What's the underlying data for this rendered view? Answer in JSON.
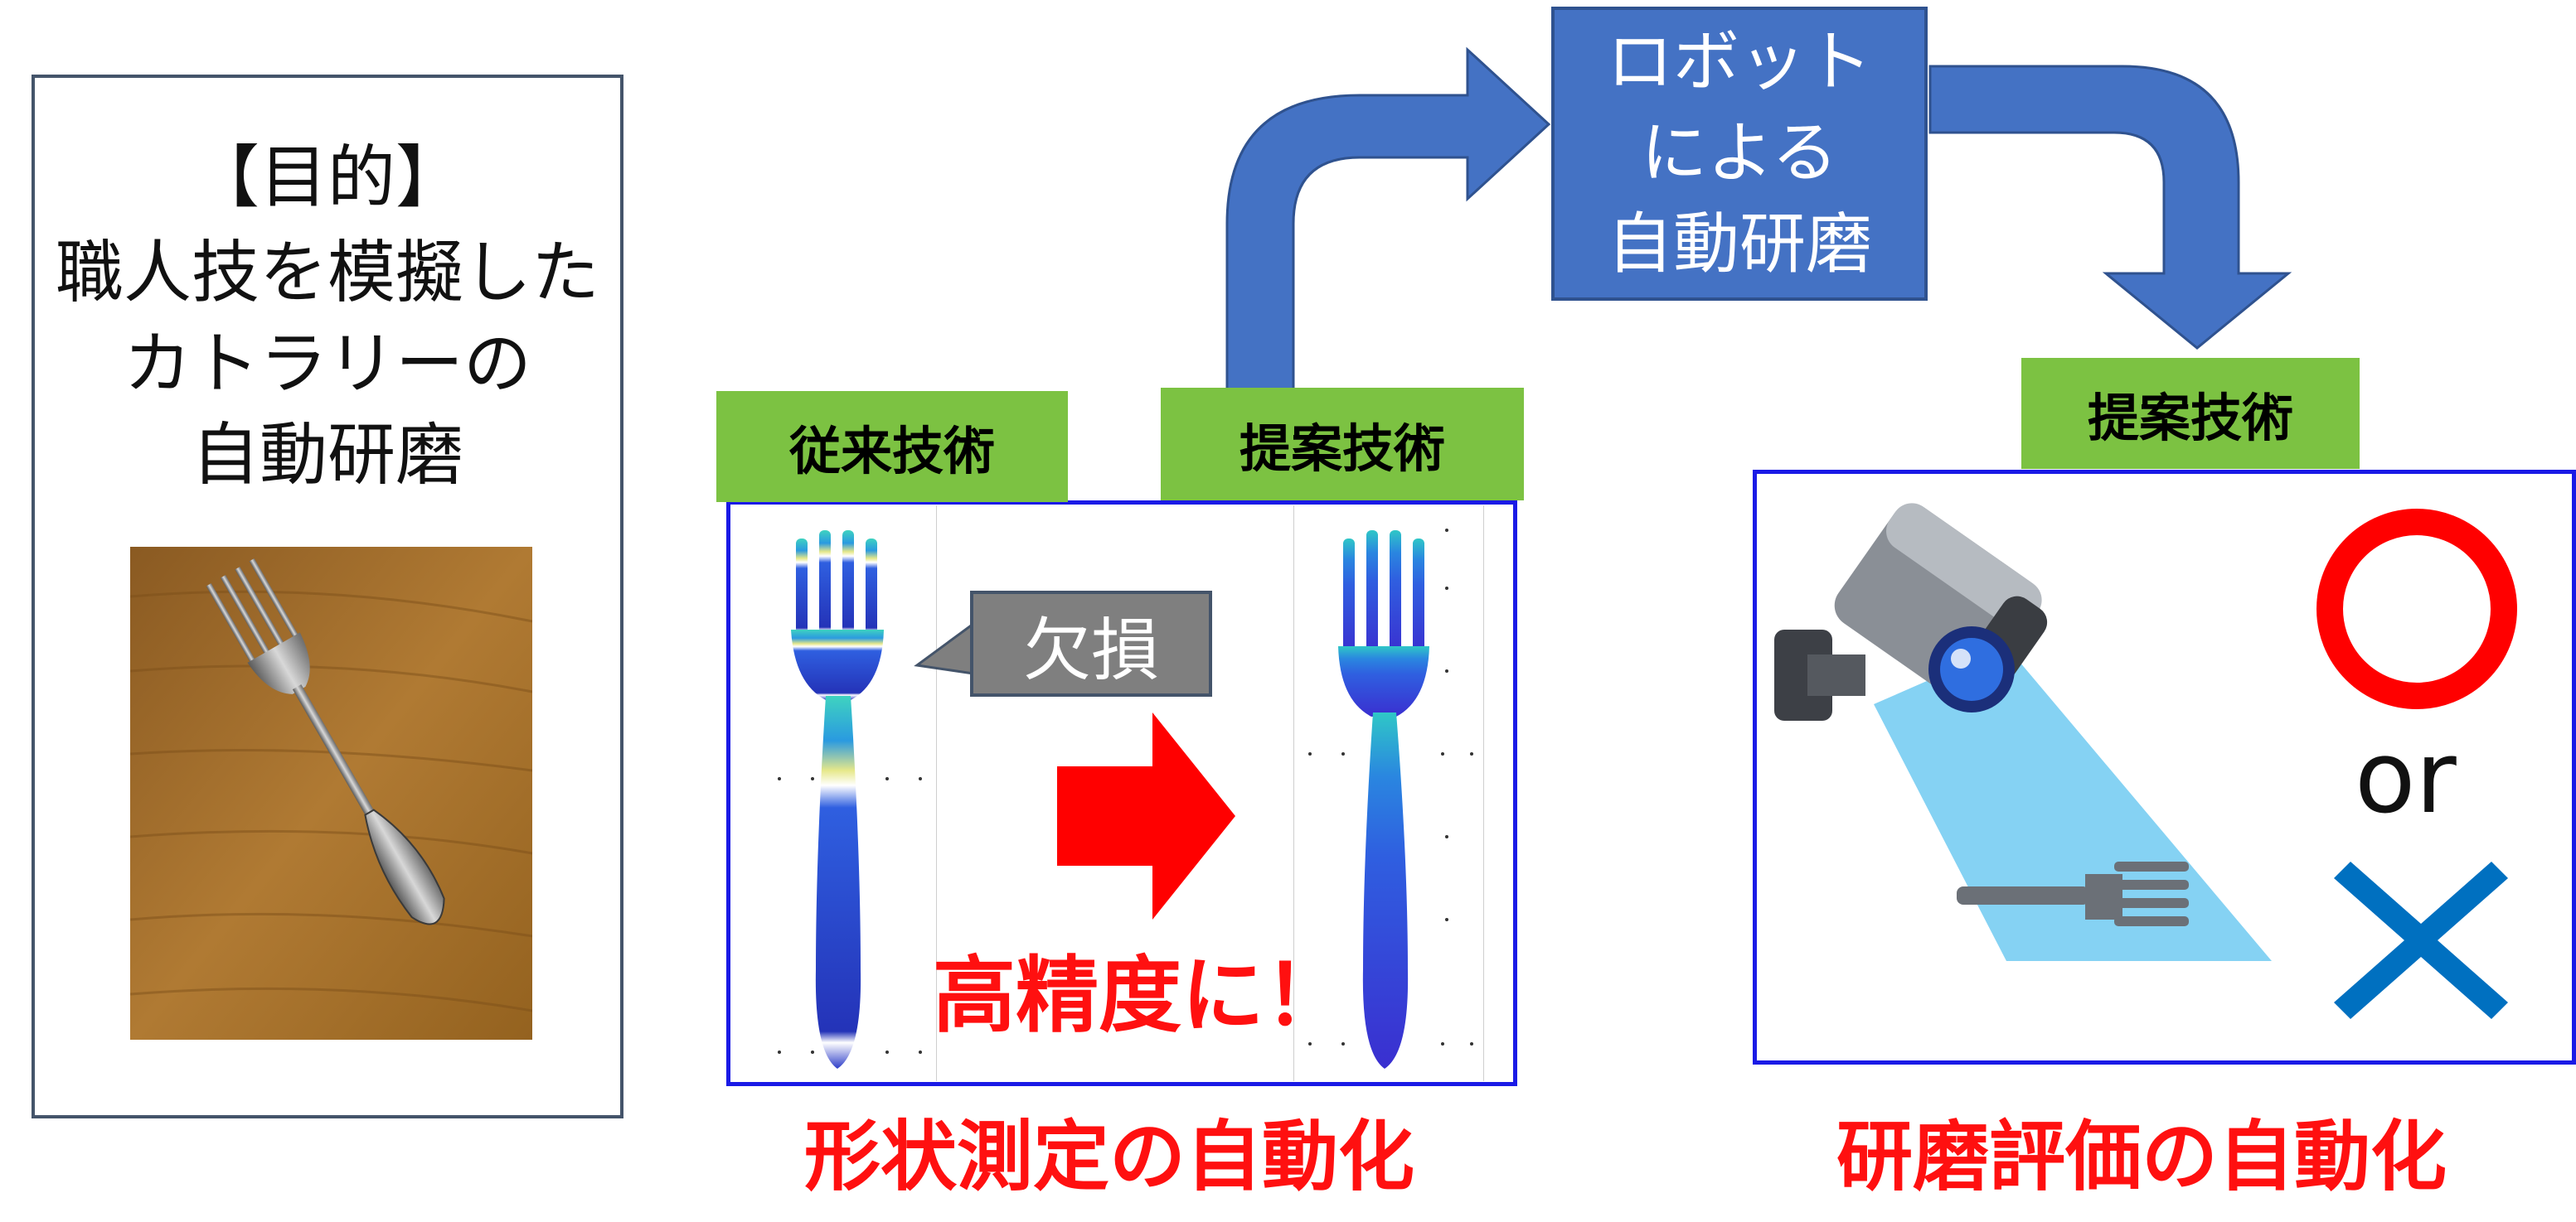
{
  "purpose": {
    "lines": [
      "【目的】",
      "職人技を模擬した",
      "カトラリーの",
      "自動研磨"
    ]
  },
  "tags": {
    "conventional": "従来技術",
    "proposed_measure": "提案技術",
    "proposed_eval": "提案技術"
  },
  "robot": {
    "lines": [
      "ロボット",
      "による",
      "自動研磨"
    ]
  },
  "measurement": {
    "defect_label": "欠損",
    "high_precision": "高精度に！",
    "caption": "形状測定の自動化"
  },
  "evaluation": {
    "or_label": "or",
    "caption": "研磨評価の自動化"
  },
  "colors": {
    "green_tag": "#7cc242",
    "robot_blue": "#4472c4",
    "arrow_blue": "#4472c4",
    "panel_border": "#1a1ae6",
    "caption_red": "#ff1010",
    "ok_circle": "#ff0000",
    "ng_cross": "#0070c0"
  },
  "icons": [
    "fork-photo",
    "fork-heatmap",
    "security-camera-icon",
    "fork-icon",
    "circle-ok-icon",
    "cross-ng-icon",
    "arrow-icon"
  ]
}
